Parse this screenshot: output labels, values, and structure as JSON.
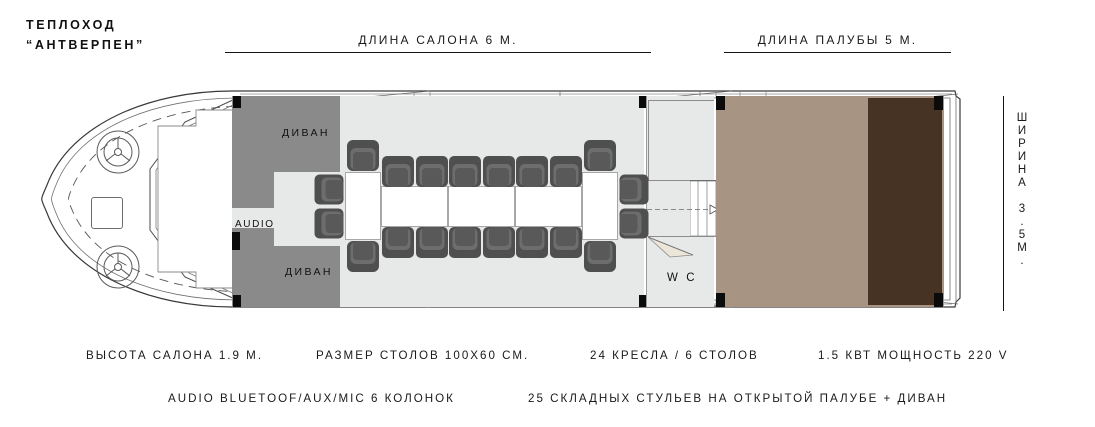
{
  "title": {
    "line1": "ТЕПЛОХОД",
    "line2": "“АНТВЕРПЕН”"
  },
  "dimensions": {
    "salon_length": "ДЛИНА САЛОНА 6 М.",
    "deck_length": "ДЛИНА ПАЛУБЫ 5 М.",
    "width": "ШИРИНА 3.5М."
  },
  "rooms": {
    "sofa_upper": "ДИВАН",
    "sofa_lower": "ДИВАН",
    "audio": "AUDIO",
    "wc": "W C"
  },
  "specs": {
    "row1": [
      "ВЫСОТА САЛОНА 1.9 М.",
      "РАЗМЕР СТОЛОВ 100Х60 СМ.",
      "24 КРЕСЛА / 6 СТОЛОВ",
      "1.5 КВТ МОЩНОСТЬ 220 V"
    ],
    "row2": [
      "AUDIO BLUETOOF/AUX/MIC 6 КОЛОНОК",
      "25 СКЛАДНЫХ СТУЛЬЕВ НА ОТКРЫТОЙ ПАЛУБЕ + ДИВАН"
    ]
  },
  "colors": {
    "salon_floor": "#e7e8e8",
    "sofa_gray": "#8a8a8a",
    "deck_tan": "#a89483",
    "deck_aft_brown": "#463324",
    "chair_dark": "#555555",
    "pillar_black": "#0b0b0b",
    "hull_outline": "#3a3a3a",
    "table_white": "#ffffff"
  },
  "layout": {
    "tables_count": 6,
    "chairs_count": 24,
    "sofas_count": 2,
    "loudspeakers": 6
  }
}
